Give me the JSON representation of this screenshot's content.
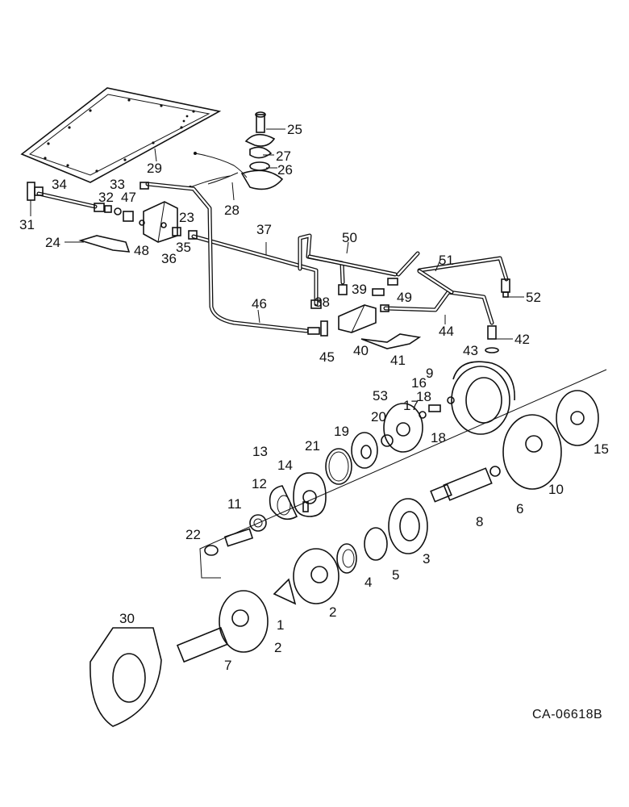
{
  "drawing_code": "CA-06618B",
  "callouts": [
    {
      "id": "c1",
      "text": "1"
    },
    {
      "id": "c2a",
      "text": "2"
    },
    {
      "id": "c2b",
      "text": "2"
    },
    {
      "id": "c3",
      "text": "3"
    },
    {
      "id": "c4",
      "text": "4"
    },
    {
      "id": "c5",
      "text": "5"
    },
    {
      "id": "c6",
      "text": "6"
    },
    {
      "id": "c7",
      "text": "7"
    },
    {
      "id": "c8",
      "text": "8"
    },
    {
      "id": "c9",
      "text": "9"
    },
    {
      "id": "c10",
      "text": "10"
    },
    {
      "id": "c11",
      "text": "11"
    },
    {
      "id": "c12",
      "text": "12"
    },
    {
      "id": "c13",
      "text": "13"
    },
    {
      "id": "c14",
      "text": "14"
    },
    {
      "id": "c15",
      "text": "15"
    },
    {
      "id": "c16",
      "text": "16"
    },
    {
      "id": "c17",
      "text": "17"
    },
    {
      "id": "c18a",
      "text": "18"
    },
    {
      "id": "c18b",
      "text": "18"
    },
    {
      "id": "c19",
      "text": "19"
    },
    {
      "id": "c20",
      "text": "20"
    },
    {
      "id": "c21",
      "text": "21"
    },
    {
      "id": "c22",
      "text": "22"
    },
    {
      "id": "c23",
      "text": "23"
    },
    {
      "id": "c24",
      "text": "24"
    },
    {
      "id": "c25",
      "text": "25"
    },
    {
      "id": "c26",
      "text": "26"
    },
    {
      "id": "c27",
      "text": "27"
    },
    {
      "id": "c28",
      "text": "28"
    },
    {
      "id": "c29",
      "text": "29"
    },
    {
      "id": "c30",
      "text": "30"
    },
    {
      "id": "c31",
      "text": "31"
    },
    {
      "id": "c32",
      "text": "32"
    },
    {
      "id": "c33",
      "text": "33"
    },
    {
      "id": "c34",
      "text": "34"
    },
    {
      "id": "c35",
      "text": "35"
    },
    {
      "id": "c36",
      "text": "36"
    },
    {
      "id": "c37",
      "text": "37"
    },
    {
      "id": "c38",
      "text": "38"
    },
    {
      "id": "c39",
      "text": "39"
    },
    {
      "id": "c40",
      "text": "40"
    },
    {
      "id": "c41",
      "text": "41"
    },
    {
      "id": "c42",
      "text": "42"
    },
    {
      "id": "c43",
      "text": "43"
    },
    {
      "id": "c44",
      "text": "44"
    },
    {
      "id": "c45",
      "text": "45"
    },
    {
      "id": "c46",
      "text": "46"
    },
    {
      "id": "c47",
      "text": "47"
    },
    {
      "id": "c48",
      "text": "48"
    },
    {
      "id": "c49",
      "text": "49"
    },
    {
      "id": "c50",
      "text": "50"
    },
    {
      "id": "c51",
      "text": "51"
    },
    {
      "id": "c52",
      "text": "52"
    },
    {
      "id": "c53",
      "text": "53"
    }
  ]
}
